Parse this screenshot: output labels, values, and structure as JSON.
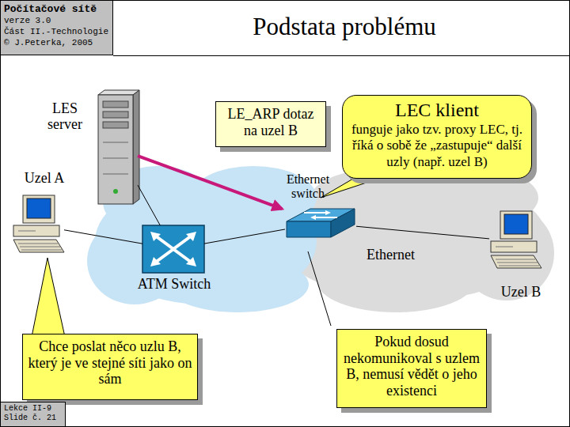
{
  "diagram": {
    "title": "Podstata problému",
    "nodes": [
      {
        "text": [
          "Počítačové sítě",
          "verze 3.0",
          "Část II.-Technologie",
          "© J.Peterka, 2005"
        ]
      },
      {
        "text": [
          "LES server"
        ]
      },
      {
        "text": [
          "LE_ARP dotaz na uzel B"
        ]
      },
      {
        "text": [
          "LEC klient",
          "funguje jako tzv. proxy LEC, tj. říká o sobě že „zastupuje“ další uzly (např. uzel B)"
        ]
      },
      {
        "text": [
          "Uzel A"
        ]
      },
      {
        "text": [
          "ATM Switch"
        ]
      },
      {
        "text": [
          "Ethernet switch"
        ]
      },
      {
        "text": [
          "Uzel B"
        ]
      },
      {
        "text": [
          "Chce poslat něco uzlu B, který je ve stejné síti jako on sám"
        ]
      },
      {
        "text": [
          "Pokud dosud nekomunikoval s uzlem B, nemusí vědět o jeho existenci"
        ]
      },
      {
        "text": [
          "Lekce II-9",
          "Slide č. 21"
        ]
      }
    ],
    "edges": [
      {
        "from": 1,
        "to": 6,
        "arrow": "to"
      },
      {
        "from": 4,
        "to": 5,
        "arrow": "none"
      },
      {
        "from": 1,
        "to": 5,
        "arrow": "none"
      },
      {
        "from": 5,
        "to": 6,
        "arrow": "none"
      },
      {
        "from": 6,
        "to": 7,
        "arrow": "none"
      }
    ],
    "labels": [
      "Ethernet"
    ]
  }
}
